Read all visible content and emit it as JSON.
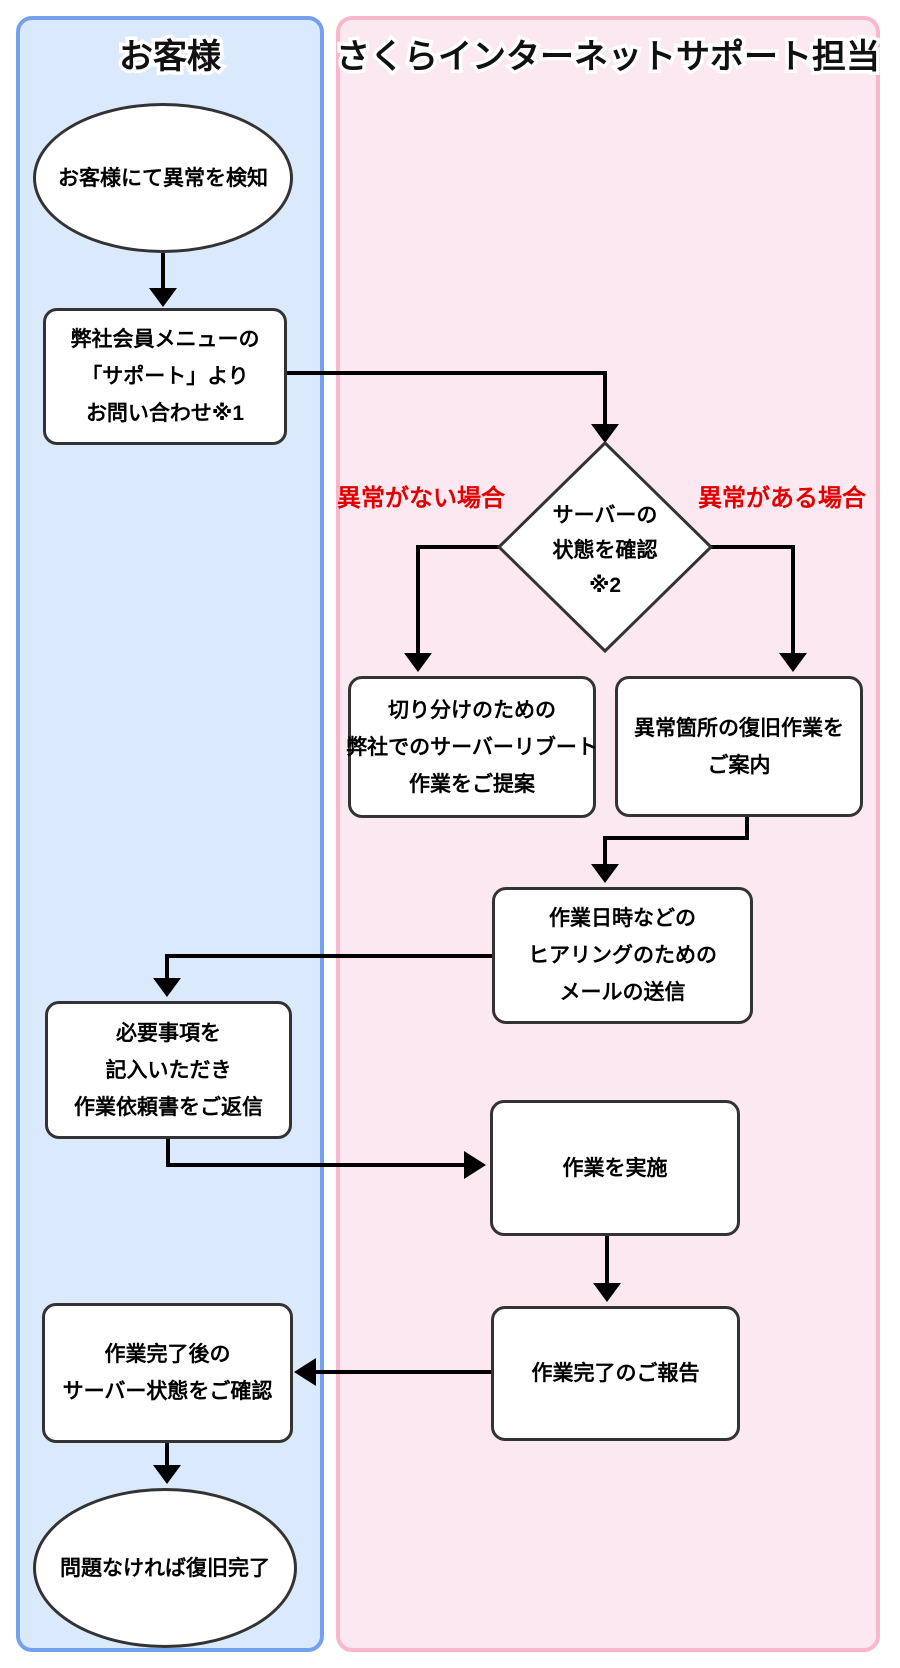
{
  "lanes": {
    "customer": {
      "title": "お客様"
    },
    "support": {
      "title": "さくらインターネットサポート担当"
    }
  },
  "nodes": {
    "detect": {
      "shape": "ellipse",
      "lines": [
        "お客様にて異常を検知"
      ]
    },
    "contact": {
      "shape": "rect",
      "lines": [
        "弊社会員メニューの",
        "「サポート」より",
        "お問い合わせ※1"
      ]
    },
    "check_server": {
      "shape": "diamond",
      "lines": [
        "サーバーの",
        "状態を確認",
        "※2"
      ]
    },
    "reboot_proposal": {
      "shape": "rect",
      "lines": [
        "切り分けのための",
        "弊社でのサーバーリブート",
        "作業をご提案"
      ]
    },
    "recovery_guide": {
      "shape": "rect",
      "lines": [
        "異常箇所の復旧作業を",
        "ご案内"
      ]
    },
    "hearing_mail": {
      "shape": "rect",
      "lines": [
        "作業日時などの",
        "ヒアリングのための",
        "メールの送信"
      ]
    },
    "reply_form": {
      "shape": "rect",
      "lines": [
        "必要事項を",
        "記入いただき",
        "作業依頼書をご返信"
      ]
    },
    "do_work": {
      "shape": "rect",
      "lines": [
        "作業を実施"
      ]
    },
    "report": {
      "shape": "rect",
      "lines": [
        "作業完了のご報告"
      ]
    },
    "confirm": {
      "shape": "rect",
      "lines": [
        "作業完了後の",
        "サーバー状態をご確認"
      ]
    },
    "complete": {
      "shape": "ellipse",
      "lines": [
        "問題なければ復旧完了"
      ]
    }
  },
  "branch_labels": {
    "no_abnormality": "異常がない場合",
    "abnormality": "異常がある場合"
  },
  "colors": {
    "customer_lane_fill": "#dbe9fc",
    "customer_lane_border": "#74a0ee",
    "support_lane_fill": "#fce8f0",
    "support_lane_border": "#f8b7cb",
    "node_border": "#333333",
    "arrow": "#000000",
    "branch_label_text": "#e00000",
    "lane_title_fill": "#111111",
    "lane_title_outline": "#ffffff"
  }
}
